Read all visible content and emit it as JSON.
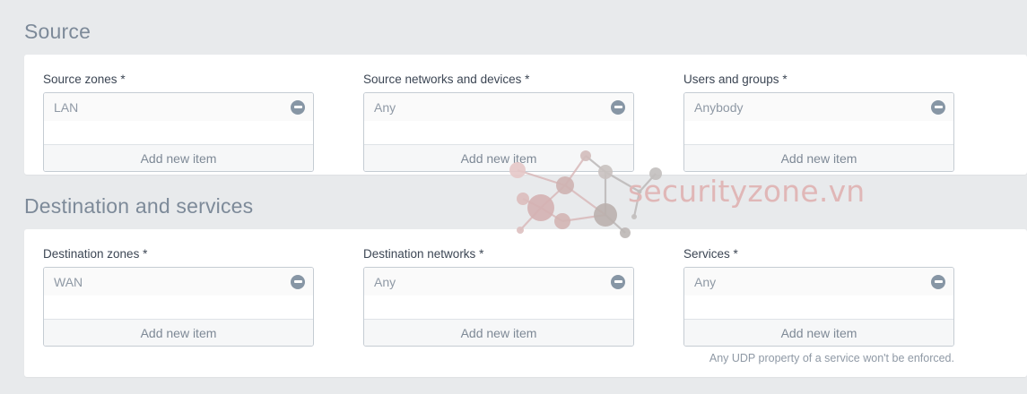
{
  "theme": {
    "page_background": "#e8eaec",
    "card_background": "#ffffff",
    "heading_color": "#7d8a99",
    "label_color": "#3c4654",
    "value_color": "#8f99a5",
    "listbox_border": "#c5ccd3",
    "remove_icon_color": "#8796a5",
    "watermark_color": "#e0b7b7"
  },
  "watermark": {
    "text": "securityzone.vn",
    "icon": "network-nodes-graphic"
  },
  "sections": [
    {
      "heading": "Source",
      "fields": [
        {
          "label": "Source zones",
          "required_marker": "*",
          "items": [
            {
              "value": "LAN",
              "remove_icon": "remove-circle-icon"
            }
          ],
          "add_label": "Add new item",
          "help_text": ""
        },
        {
          "label": "Source networks and devices",
          "required_marker": "*",
          "items": [
            {
              "value": "Any",
              "remove_icon": "remove-circle-icon"
            }
          ],
          "add_label": "Add new item",
          "help_text": ""
        },
        {
          "label": "Users and groups",
          "required_marker": "*",
          "items": [
            {
              "value": "Anybody",
              "remove_icon": "remove-circle-icon"
            }
          ],
          "add_label": "Add new item",
          "help_text": ""
        }
      ]
    },
    {
      "heading": "Destination and services",
      "fields": [
        {
          "label": "Destination zones",
          "required_marker": "*",
          "items": [
            {
              "value": "WAN",
              "remove_icon": "remove-circle-icon"
            }
          ],
          "add_label": "Add new item",
          "help_text": ""
        },
        {
          "label": "Destination networks",
          "required_marker": "*",
          "items": [
            {
              "value": "Any",
              "remove_icon": "remove-circle-icon"
            }
          ],
          "add_label": "Add new item",
          "help_text": ""
        },
        {
          "label": "Services",
          "required_marker": "*",
          "items": [
            {
              "value": "Any",
              "remove_icon": "remove-circle-icon"
            }
          ],
          "add_label": "Add new item",
          "help_text": "Any UDP property of a service won't be enforced."
        }
      ]
    }
  ]
}
